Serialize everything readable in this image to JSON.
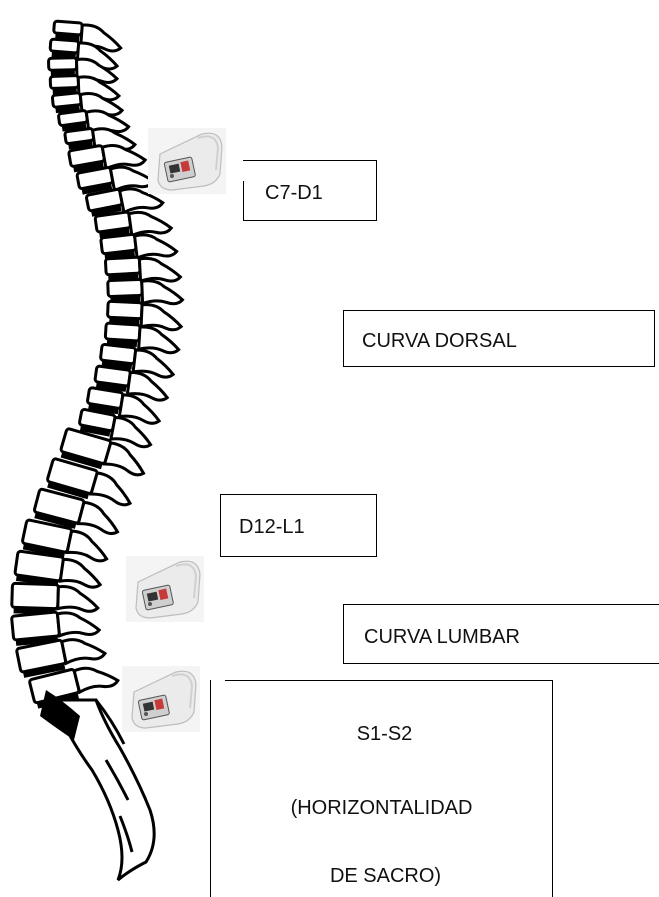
{
  "labels": {
    "c7_d1": "C7-D1",
    "curva_dorsal": "CURVA DORSAL",
    "d12_l1": "D12-L1",
    "curva_lumbar": "CURVA LUMBAR",
    "s1_s2": "S1-S2",
    "horizontalidad": "(HORIZONTALIDAD",
    "de_sacro": "DE SACRO)"
  },
  "colors": {
    "bone": "#000000",
    "device_body": "#eeeeee",
    "device_accent": "#d43b3b"
  },
  "icons": [
    "spine-icon",
    "inclinometer-icon"
  ]
}
